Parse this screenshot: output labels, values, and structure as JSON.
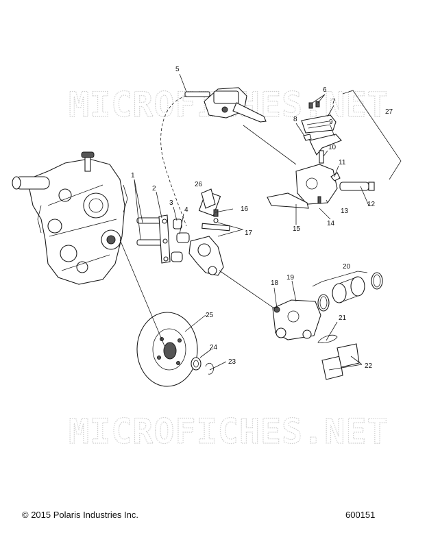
{
  "watermark": {
    "top": "MICROFICHES.NET",
    "bottom": "MICROFICHES.NET"
  },
  "callouts": [
    {
      "id": "1",
      "label": "1"
    },
    {
      "id": "2",
      "label": "2"
    },
    {
      "id": "3",
      "label": "3"
    },
    {
      "id": "4",
      "label": "4"
    },
    {
      "id": "5",
      "label": "5"
    },
    {
      "id": "6",
      "label": "6"
    },
    {
      "id": "7",
      "label": "7"
    },
    {
      "id": "8",
      "label": "8"
    },
    {
      "id": "9",
      "label": "9"
    },
    {
      "id": "10",
      "label": "10"
    },
    {
      "id": "11",
      "label": "11"
    },
    {
      "id": "12",
      "label": "12"
    },
    {
      "id": "13",
      "label": "13"
    },
    {
      "id": "14",
      "label": "14"
    },
    {
      "id": "15",
      "label": "15"
    },
    {
      "id": "16",
      "label": "16"
    },
    {
      "id": "17",
      "label": "17"
    },
    {
      "id": "18",
      "label": "18"
    },
    {
      "id": "19",
      "label": "19"
    },
    {
      "id": "20",
      "label": "20"
    },
    {
      "id": "21",
      "label": "21"
    },
    {
      "id": "22",
      "label": "22"
    },
    {
      "id": "23",
      "label": "23"
    },
    {
      "id": "24",
      "label": "24"
    },
    {
      "id": "25",
      "label": "25"
    },
    {
      "id": "26",
      "label": "26"
    },
    {
      "id": "27",
      "label": "27"
    }
  ],
  "footer": {
    "copyright": "© 2015 Polaris Industries Inc.",
    "figure_number": "600151"
  }
}
